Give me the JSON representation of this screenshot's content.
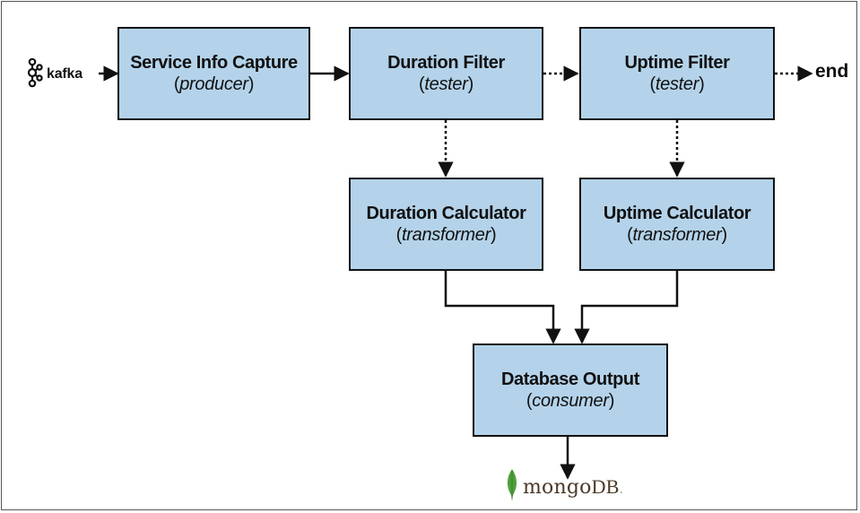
{
  "source": {
    "label": "kafka",
    "icon": "kafka-logo-icon"
  },
  "sink": {
    "label": "end"
  },
  "database": {
    "label_main": "mongo",
    "label_suffix": "DB",
    "label_dot": ".",
    "icon": "mongodb-leaf-icon"
  },
  "nodes": {
    "service_info_capture": {
      "title": "Service Info Capture",
      "role": "producer"
    },
    "duration_filter": {
      "title": "Duration Filter",
      "role": "tester"
    },
    "uptime_filter": {
      "title": "Uptime Filter",
      "role": "tester"
    },
    "duration_calculator": {
      "title": "Duration Calculator",
      "role": "transformer"
    },
    "uptime_calculator": {
      "title": "Uptime Calculator",
      "role": "transformer"
    },
    "database_output": {
      "title": "Database Output",
      "role": "consumer"
    }
  },
  "colors": {
    "node_fill": "#b4d3ea",
    "node_border": "#111111",
    "connector": "#111111",
    "mongodb_leaf": "#4fa03b"
  }
}
